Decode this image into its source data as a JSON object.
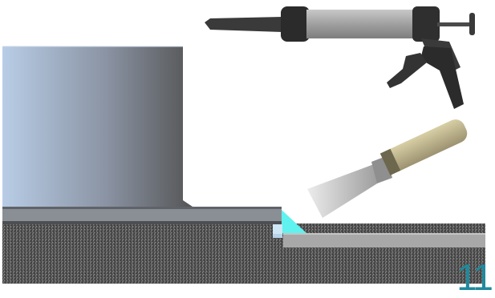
{
  "slide": {
    "page_number": "11"
  },
  "colors": {
    "substrate_speckle": "#3a3a3a",
    "substrate_base": "#5a5a5a",
    "column_gradient_left": "#b8cde6",
    "column_gradient_right": "#555555",
    "base_plate": "#7c8088",
    "tile": "#a6a6a6",
    "sealant_joint": "#5ff2ee",
    "caulk_barrel": "#a9a9a9",
    "caulk_dark": "#2b2b2b",
    "spatula_handle": "#c2b88c",
    "page_number": "#1f8a9c"
  },
  "illustration": {
    "objects": [
      "caulking-gun-icon",
      "spatula-icon",
      "column",
      "base-plate",
      "floor-tile",
      "sealant-joint",
      "substrate-floor"
    ]
  }
}
